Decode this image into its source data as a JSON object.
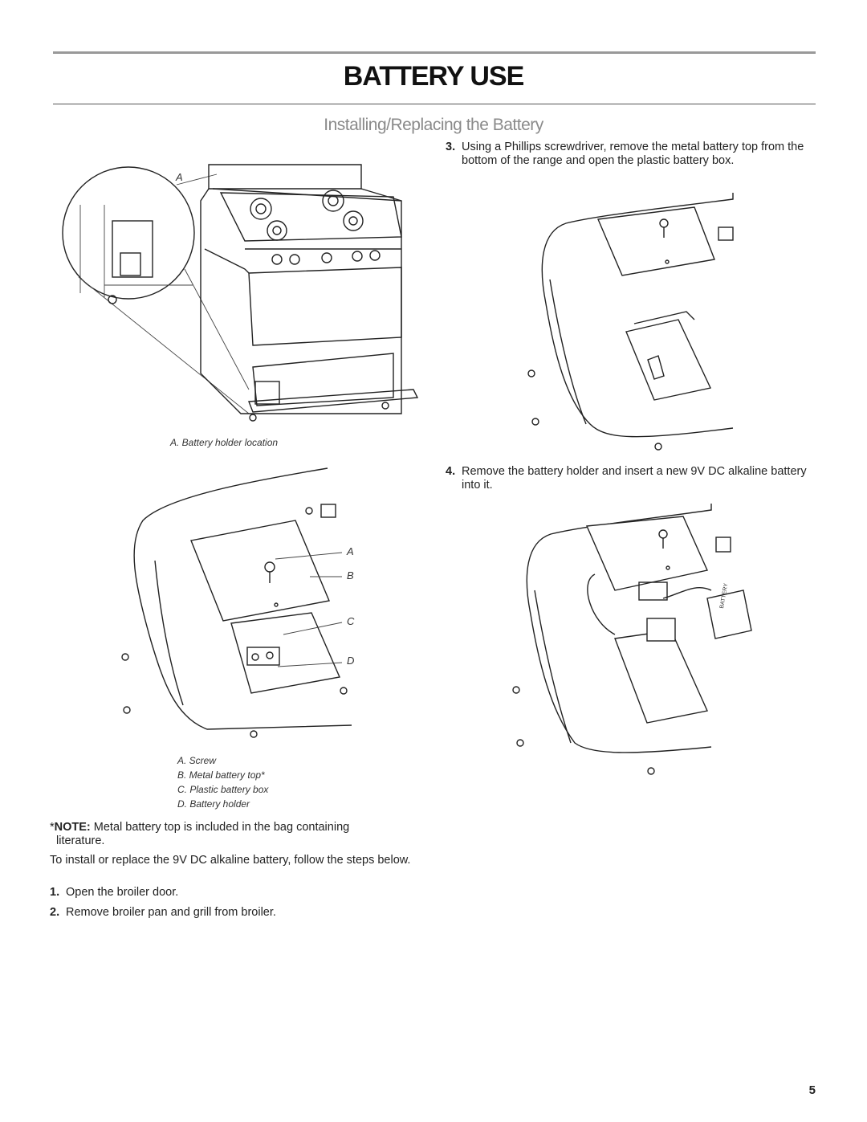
{
  "header": {
    "title": "BATTERY USE",
    "subtitle": "Installing/Replacing the Battery"
  },
  "figure1": {
    "callout": "A",
    "caption": "A. Battery holder location"
  },
  "figure2": {
    "callouts": [
      "A",
      "B",
      "C",
      "D"
    ],
    "legend": [
      "A. Screw",
      "B. Metal battery top*",
      "C. Plastic battery box",
      "D. Battery holder"
    ]
  },
  "note": {
    "prefix": "*",
    "label": "NOTE:",
    "text": " Metal battery top is included in the bag containing",
    "text2": "literature."
  },
  "intro": "To install or replace the 9V DC alkaline battery, follow the steps below.",
  "steps": [
    {
      "num": "1.",
      "text": "Open the broiler door."
    },
    {
      "num": "2.",
      "text": "Remove broiler pan and grill from broiler."
    },
    {
      "num": "3.",
      "text": "Using a Phillips screwdriver, remove the metal battery top from the bottom of the range and open the plastic battery box."
    },
    {
      "num": "4.",
      "text": "Remove the battery holder and insert a new 9V DC alkaline battery into it."
    }
  ],
  "figure4": {
    "battery_label": "BATTERY"
  },
  "page_number": "5"
}
